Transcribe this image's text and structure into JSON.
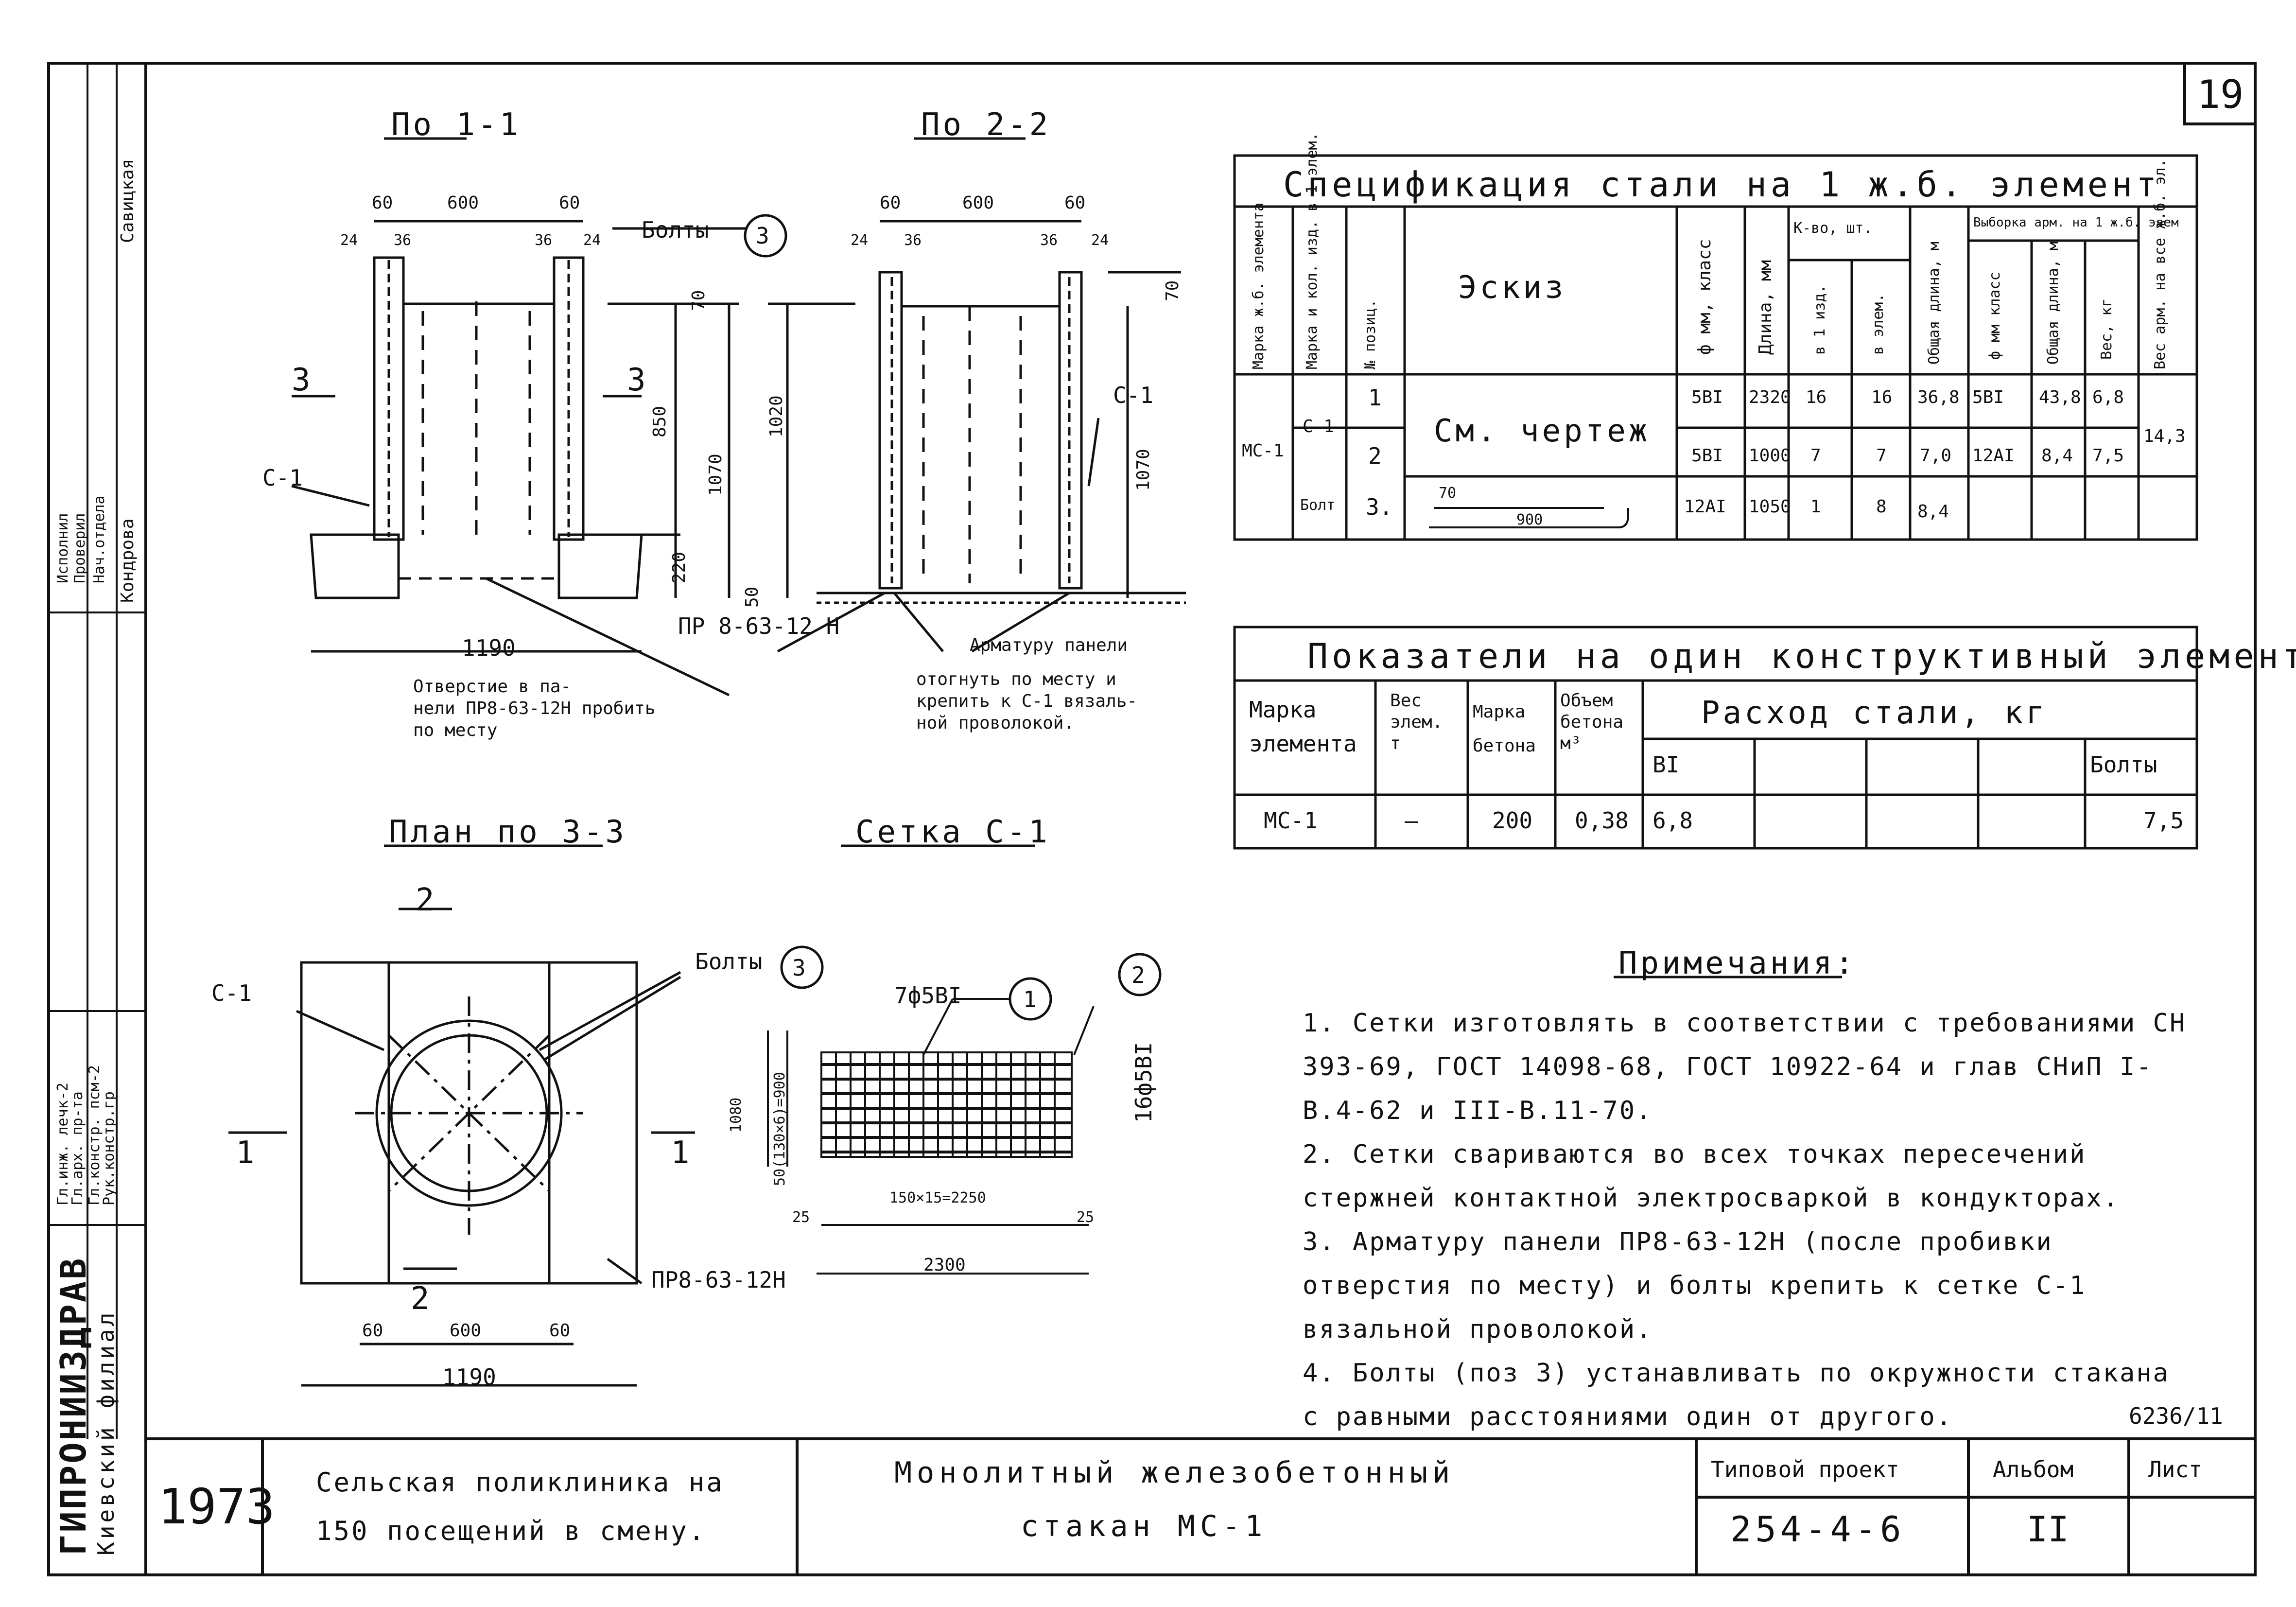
{
  "sheet_number": "19",
  "views": {
    "section_1_1": "По 1-1",
    "section_2_2": "По 2-2",
    "plan_3_3": "План по 3-3",
    "mesh_c1": "Сетка С-1"
  },
  "labels": {
    "bolts": "Болты",
    "c1": "С-1",
    "pr_panel": "ПР 8-63-12 Н",
    "pr_panel_plan": "ПР8-63-12Н",
    "hole_note_1": "Отверстие в па-",
    "hole_note_2": "нели ПР8-63-12Н пробить",
    "hole_note_3": "по месту",
    "rebar_note_1": "Арматуру панели",
    "rebar_note_2": "отогнуть по месту и",
    "rebar_note_3": "крепить к С-1 вязаль-",
    "rebar_note_4": "ной проволокой.",
    "mesh_top": "7ф5ВI",
    "mesh_side": "16ф5ВI",
    "mark_1": "1",
    "mark_2": "2",
    "mark_3": "3"
  },
  "dims": {
    "d60": "60",
    "d600": "600",
    "d24": "24",
    "d36": "36",
    "d70": "70",
    "d850": "850",
    "d1070": "1070",
    "d1020": "1020",
    "d220": "220",
    "d50": "50",
    "d1190": "1190",
    "d1080": "1080",
    "d_mesh_v": "50(130×6)=900",
    "d_mesh_h": "150×15=2250",
    "d2300": "2300",
    "d25": "25"
  },
  "spec_table": {
    "title": "Спецификация стали на 1 ж.б. элемент",
    "headers": [
      "Марка ж.б. элемента",
      "Марка и кол. изд. в 1 элем.",
      "№ позиц.",
      "Эскиз",
      "ф мм, класс",
      "Длина, мм",
      "К-во, шт.",
      "в 1 изд.",
      "в элем.",
      "Общая длина, м",
      "Выборка арм. на 1 ж.б. элем",
      "ф мм класс",
      "Общая длина, м",
      "Вес, кг",
      "Вес арм. на все ж.б. эл."
    ],
    "element": "МС-1",
    "product": "С-1",
    "sketch_ref": "См. чертеж",
    "rows": [
      {
        "pos": "1",
        "dia": "5ВI",
        "len": "2320",
        "qty_prod": "16",
        "qty_elem": "16",
        "total": "36,8",
        "sel_dia": "5ВI",
        "sel_len": "43,8",
        "sel_w": "6,8"
      },
      {
        "pos": "2",
        "dia": "5ВI",
        "len": "1000",
        "qty_prod": "7",
        "qty_elem": "7",
        "total": "7,0",
        "sel_dia": "12АI",
        "sel_len": "8,4",
        "sel_w": "7,5"
      },
      {
        "pos": "3.",
        "item": "Болт",
        "dia": "12АI",
        "len": "1050",
        "qty_prod": "1",
        "qty_elem": "8",
        "total": "8,4",
        "sketch_a": "70",
        "sketch_b": "900"
      }
    ],
    "total_weight": "14,3"
  },
  "ind_table": {
    "title": "Показатели на один конструктивный элемент",
    "headers": {
      "mark": "Марка элемента",
      "weight": "Вес элем. т",
      "concrete": "Марка бетона",
      "volume": "Объем бетона м³",
      "steel": "Расход стали, кг",
      "b1": "ВI",
      "bolts": "Болты"
    },
    "row": {
      "mark": "МС-1",
      "weight": "—",
      "concrete": "200",
      "volume": "0,38",
      "b1": "6,8",
      "bolts": "7,5"
    }
  },
  "notes": {
    "title": "Примечания:",
    "items": [
      "1. Сетки изготовлять в соответствии с требованиями СН 393-69, ГОСТ 14098-68, ГОСТ 10922-64 и глав СНиП I-В.4-62 и III-В.11-70.",
      "2. Сетки свариваются во всех точках пересечений стержней контактной электросваркой в кондукторах.",
      "3. Арматуру панели ПР8-63-12Н (после пробивки отверстия по месту) и болты крепить к сетке С-1 вязальной проволокой.",
      "4. Болты (поз 3) устанавливать по окружности стакана с равными расстояниями один от другого."
    ],
    "doc_no": "6236/11"
  },
  "title_block": {
    "year": "1973",
    "project": "Сельская поликлиника на 150 посещений в смену.",
    "title_1": "Монолитный железобетонный",
    "title_2": "стакан МС-1",
    "type_label": "Типовой проект",
    "type_value": "254-4-6",
    "album_label": "Альбом",
    "album_value": "II",
    "sheet_label": "Лист"
  },
  "left_strip": {
    "org": "ГИПРОНИИЗДРАВ",
    "branch": "Киевский филиал",
    "roles": [
      "Гл.инж. лечк-2",
      "Гл.арх. пр-та",
      "Гл.констр. псм-2",
      "Рук.констр.гр",
      "Исполнил",
      "Проверил",
      "Нач.отдела"
    ],
    "names": [
      "Савицкая",
      "Кондрова"
    ]
  }
}
